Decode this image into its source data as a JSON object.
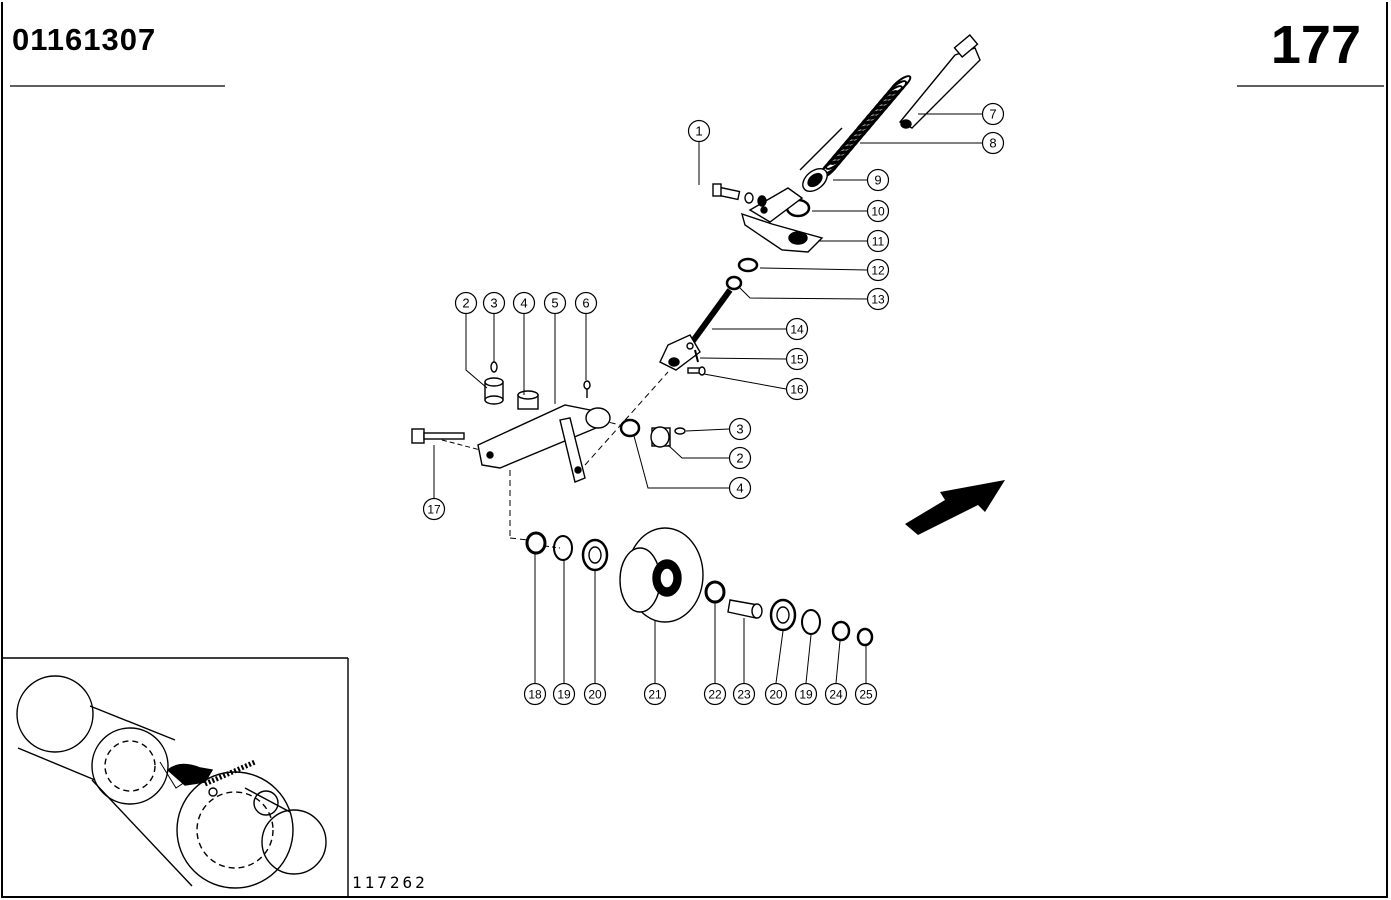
{
  "header": {
    "part_number": "01161307",
    "page_number": "177"
  },
  "footer": {
    "figure_code": "117262"
  },
  "callouts": [
    {
      "label": "1"
    },
    {
      "label": "2"
    },
    {
      "label": "3"
    },
    {
      "label": "4"
    },
    {
      "label": "5"
    },
    {
      "label": "6"
    },
    {
      "label": "7"
    },
    {
      "label": "8"
    },
    {
      "label": "9"
    },
    {
      "label": "10"
    },
    {
      "label": "11"
    },
    {
      "label": "12"
    },
    {
      "label": "13"
    },
    {
      "label": "14"
    },
    {
      "label": "15"
    },
    {
      "label": "16"
    },
    {
      "label": "3"
    },
    {
      "label": "2"
    },
    {
      "label": "4"
    },
    {
      "label": "17"
    },
    {
      "label": "18"
    },
    {
      "label": "19"
    },
    {
      "label": "20"
    },
    {
      "label": "21"
    },
    {
      "label": "22"
    },
    {
      "label": "23"
    },
    {
      "label": "20"
    },
    {
      "label": "19"
    },
    {
      "label": "24"
    },
    {
      "label": "25"
    }
  ],
  "icons": [
    "direction-arrow-icon"
  ]
}
